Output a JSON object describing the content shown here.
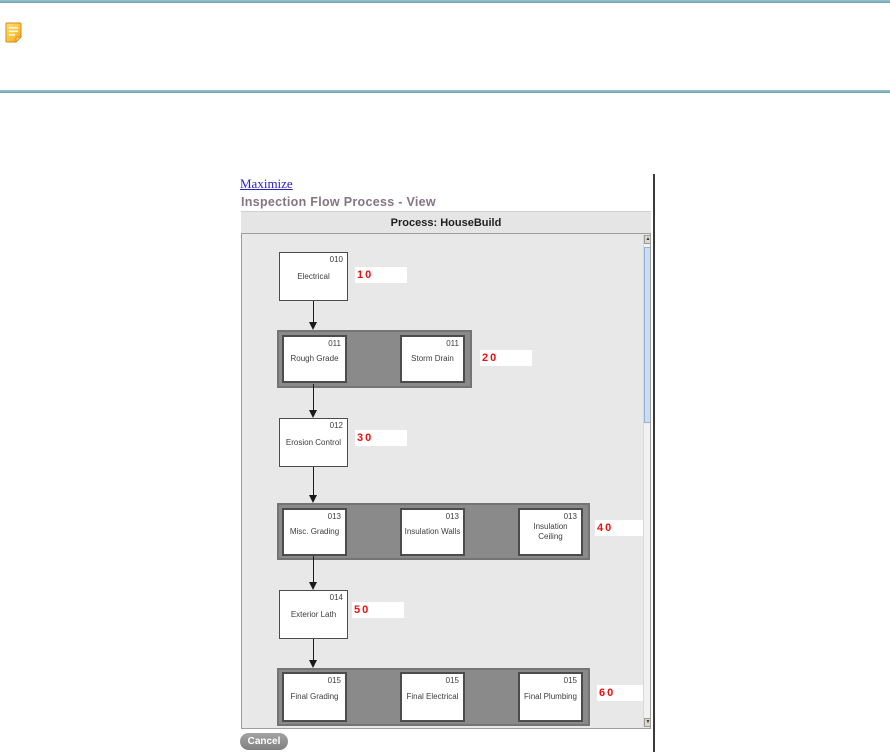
{
  "banner": {
    "note_icon": "note-icon"
  },
  "dialog": {
    "maximize_label": "Maximize",
    "title": "Inspection Flow Process - View",
    "process_header": "Process: HouseBuild",
    "cancel_label": "Cancel"
  },
  "flow": {
    "rows": [
      {
        "type": "single",
        "seq": "10",
        "boxes": [
          {
            "code": "010",
            "label": "Electrical"
          }
        ]
      },
      {
        "type": "group",
        "seq": "20",
        "boxes": [
          {
            "code": "011",
            "label": "Rough Grade"
          },
          {
            "code": "011",
            "label": "Storm Drain"
          }
        ]
      },
      {
        "type": "single",
        "seq": "30",
        "boxes": [
          {
            "code": "012",
            "label": "Erosion Control"
          }
        ]
      },
      {
        "type": "group",
        "seq": "40",
        "boxes": [
          {
            "code": "013",
            "label": "Misc. Grading"
          },
          {
            "code": "013",
            "label": "Insulation Walls"
          },
          {
            "code": "013",
            "label": "Insulation Ceiling"
          }
        ]
      },
      {
        "type": "single",
        "seq": "50",
        "boxes": [
          {
            "code": "014",
            "label": "Exterior Lath"
          }
        ]
      },
      {
        "type": "group",
        "seq": "60",
        "boxes": [
          {
            "code": "015",
            "label": "Final Grading"
          },
          {
            "code": "015",
            "label": "Final Electrical"
          },
          {
            "code": "015",
            "label": "Final Plumbing"
          }
        ]
      }
    ]
  },
  "colors": {
    "teal_rule": "#6da0b0",
    "group_fill": "#8a8a8a",
    "flow_bg": "#e9e8e8",
    "seq_red": "#f00e0e",
    "title_purple": "#857583",
    "link_blue": "#2b20c4"
  }
}
